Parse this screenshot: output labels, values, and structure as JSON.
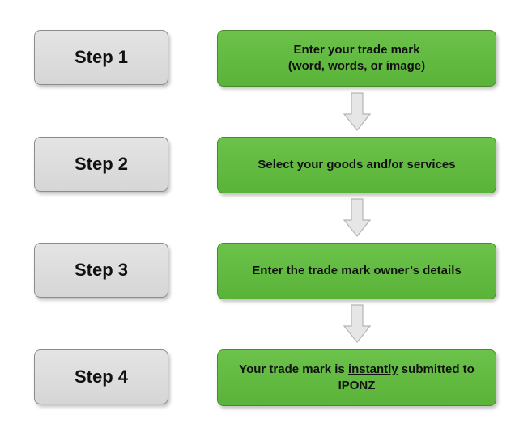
{
  "steps": [
    {
      "label": "Step 1",
      "lines": [
        "Enter your trade mark",
        "(word, words, or image)"
      ]
    },
    {
      "label": "Step 2",
      "lines": [
        "Select your goods and/or services"
      ]
    },
    {
      "label": "Step 3",
      "lines": [
        "Enter the trade mark owner’s details"
      ]
    },
    {
      "label": "Step 4",
      "pre": "Your trade mark is ",
      "emph": "instantly",
      "post": " submitted to",
      "line2": "IPONZ"
    }
  ],
  "colors": {
    "step_fill": "#dcdcdc",
    "action_fill": "#62bb40",
    "arrow_fill": "#e6e6e6"
  }
}
